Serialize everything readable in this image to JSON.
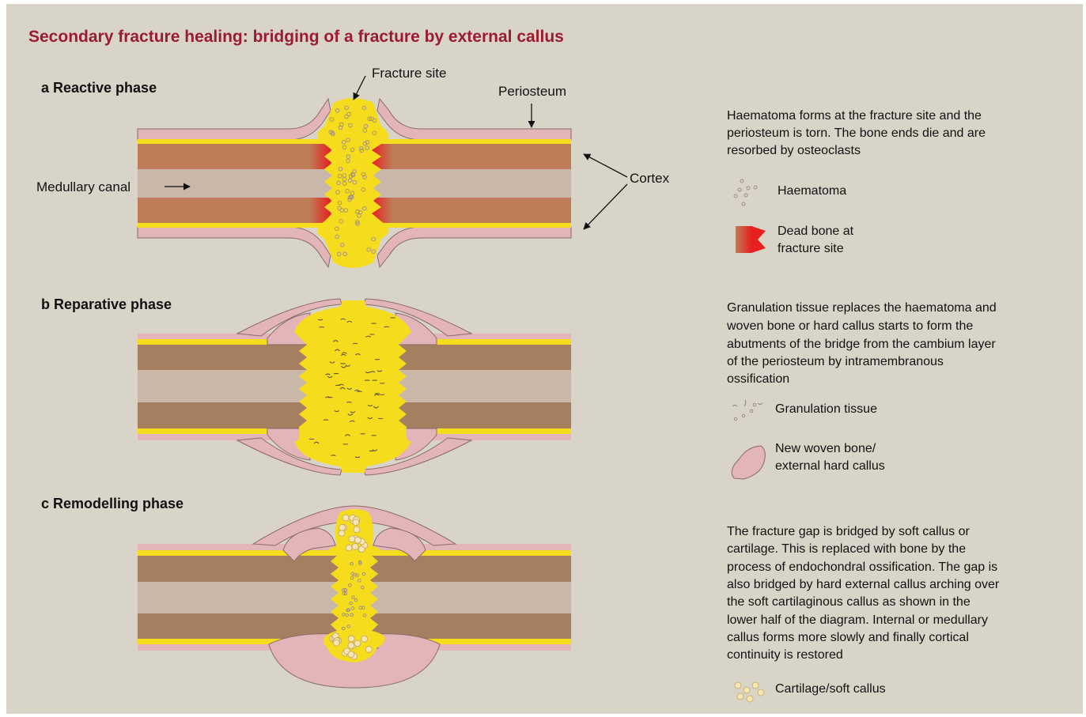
{
  "colors": {
    "background": "#d9d4c8",
    "title": "#9b1b30",
    "cortex": "#a67e60",
    "cortex_reactive": "#bf7b57",
    "medullary": "#c9b8aa",
    "periosteum": "#e3b5b8",
    "yellow_layer": "#f5dd1e",
    "haematoma": "#f5dd1e",
    "dead_bone": "#e81f1f",
    "cartilage": "#f5e7b5"
  },
  "title": "Secondary fracture healing: bridging of a fracture by external callus",
  "labels": {
    "fracture_site": "Fracture site",
    "periosteum": "Periosteum",
    "cortex": "Cortex",
    "medullary_canal": "Medullary canal"
  },
  "phases": [
    {
      "heading": "a Reactive phase",
      "description": [
        "Haematoma forms at the fracture site and the",
        "periosteum is torn. The bone ends die and are",
        "resorbed by osteoclasts"
      ],
      "legend": [
        {
          "icon": "haematoma-dots-icon",
          "lines": [
            "Haematoma"
          ]
        },
        {
          "icon": "dead-bone-icon",
          "lines": [
            "Dead bone at",
            "fracture site"
          ]
        }
      ]
    },
    {
      "heading": "b Reparative phase",
      "description": [
        "Granulation tissue replaces the haematoma and",
        "woven bone or hard callus starts to form the",
        "abutments of the bridge from the cambium layer",
        "of the periosteum by intramembranous",
        "ossification"
      ],
      "legend": [
        {
          "icon": "granulation-tissue-icon",
          "lines": [
            "Granulation tissue"
          ]
        },
        {
          "icon": "woven-bone-icon",
          "lines": [
            "New woven bone/",
            "external hard callus"
          ]
        }
      ]
    },
    {
      "heading": "c Remodelling phase",
      "description": [
        "The fracture gap is bridged by soft callus or",
        "cartilage. This is replaced with bone by the",
        "process of endochondral ossification. The gap is",
        "also bridged by hard external callus arching over",
        "the soft cartilaginous callus as shown in the",
        "lower half of the diagram. Internal or medullary",
        "callus forms more slowly and finally cortical",
        "continuity is restored"
      ],
      "legend": [
        {
          "icon": "cartilage-soft-callus-icon",
          "lines": [
            "Cartilage/soft callus"
          ]
        }
      ]
    }
  ]
}
